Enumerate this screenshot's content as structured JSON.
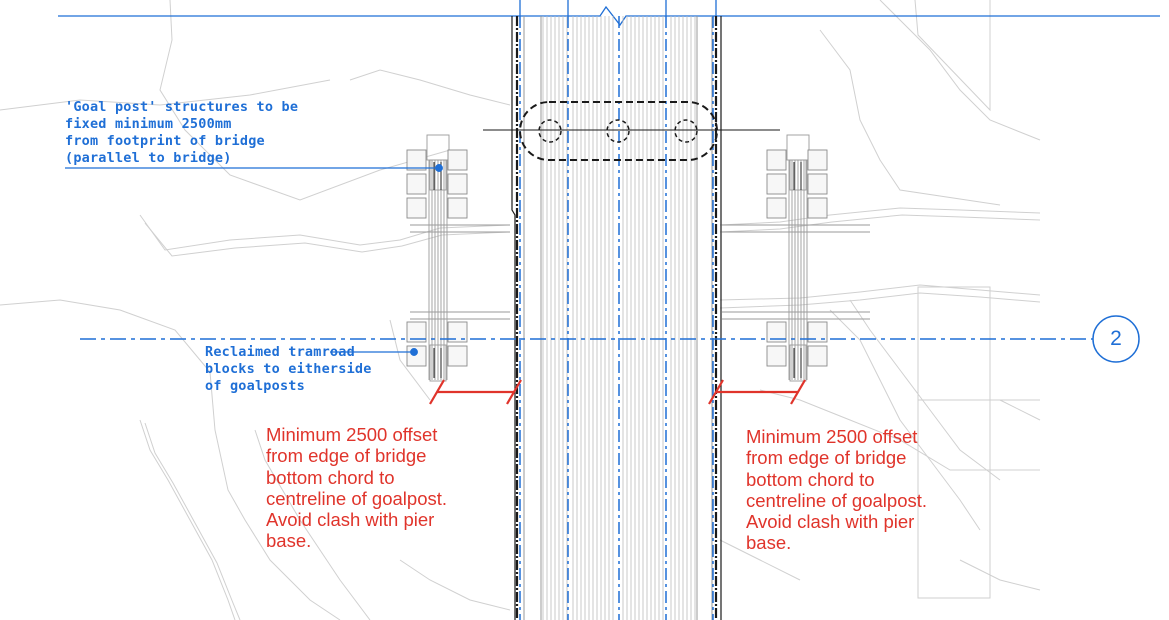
{
  "colors": {
    "annotation_blue": "#1f6fd6",
    "dimension_red": "#e0342b",
    "linework_grey": "#c4c4c4",
    "structure_dark": "#222222"
  },
  "annotations": {
    "goal_post_note": "'Goal post' structures to be\nfixed minimum 2500mm\nfrom footprint of bridge\n(parallel to bridge)",
    "tramroad_blocks_note": "Reclaimed tramroad\nblocks to eitherside\nof goalposts"
  },
  "dimension_notes": {
    "left_offset_note": "Minimum 2500 offset\nfrom edge of bridge\nbottom chord to\ncentreline of goalpost.\nAvoid clash with pier\nbase.",
    "right_offset_note": "Minimum 2500 offset\nfrom edge of bridge\nbottom chord to\ncentreline of goalpost.\nAvoid clash with pier\nbase."
  },
  "grid_reference": {
    "label": "2"
  }
}
